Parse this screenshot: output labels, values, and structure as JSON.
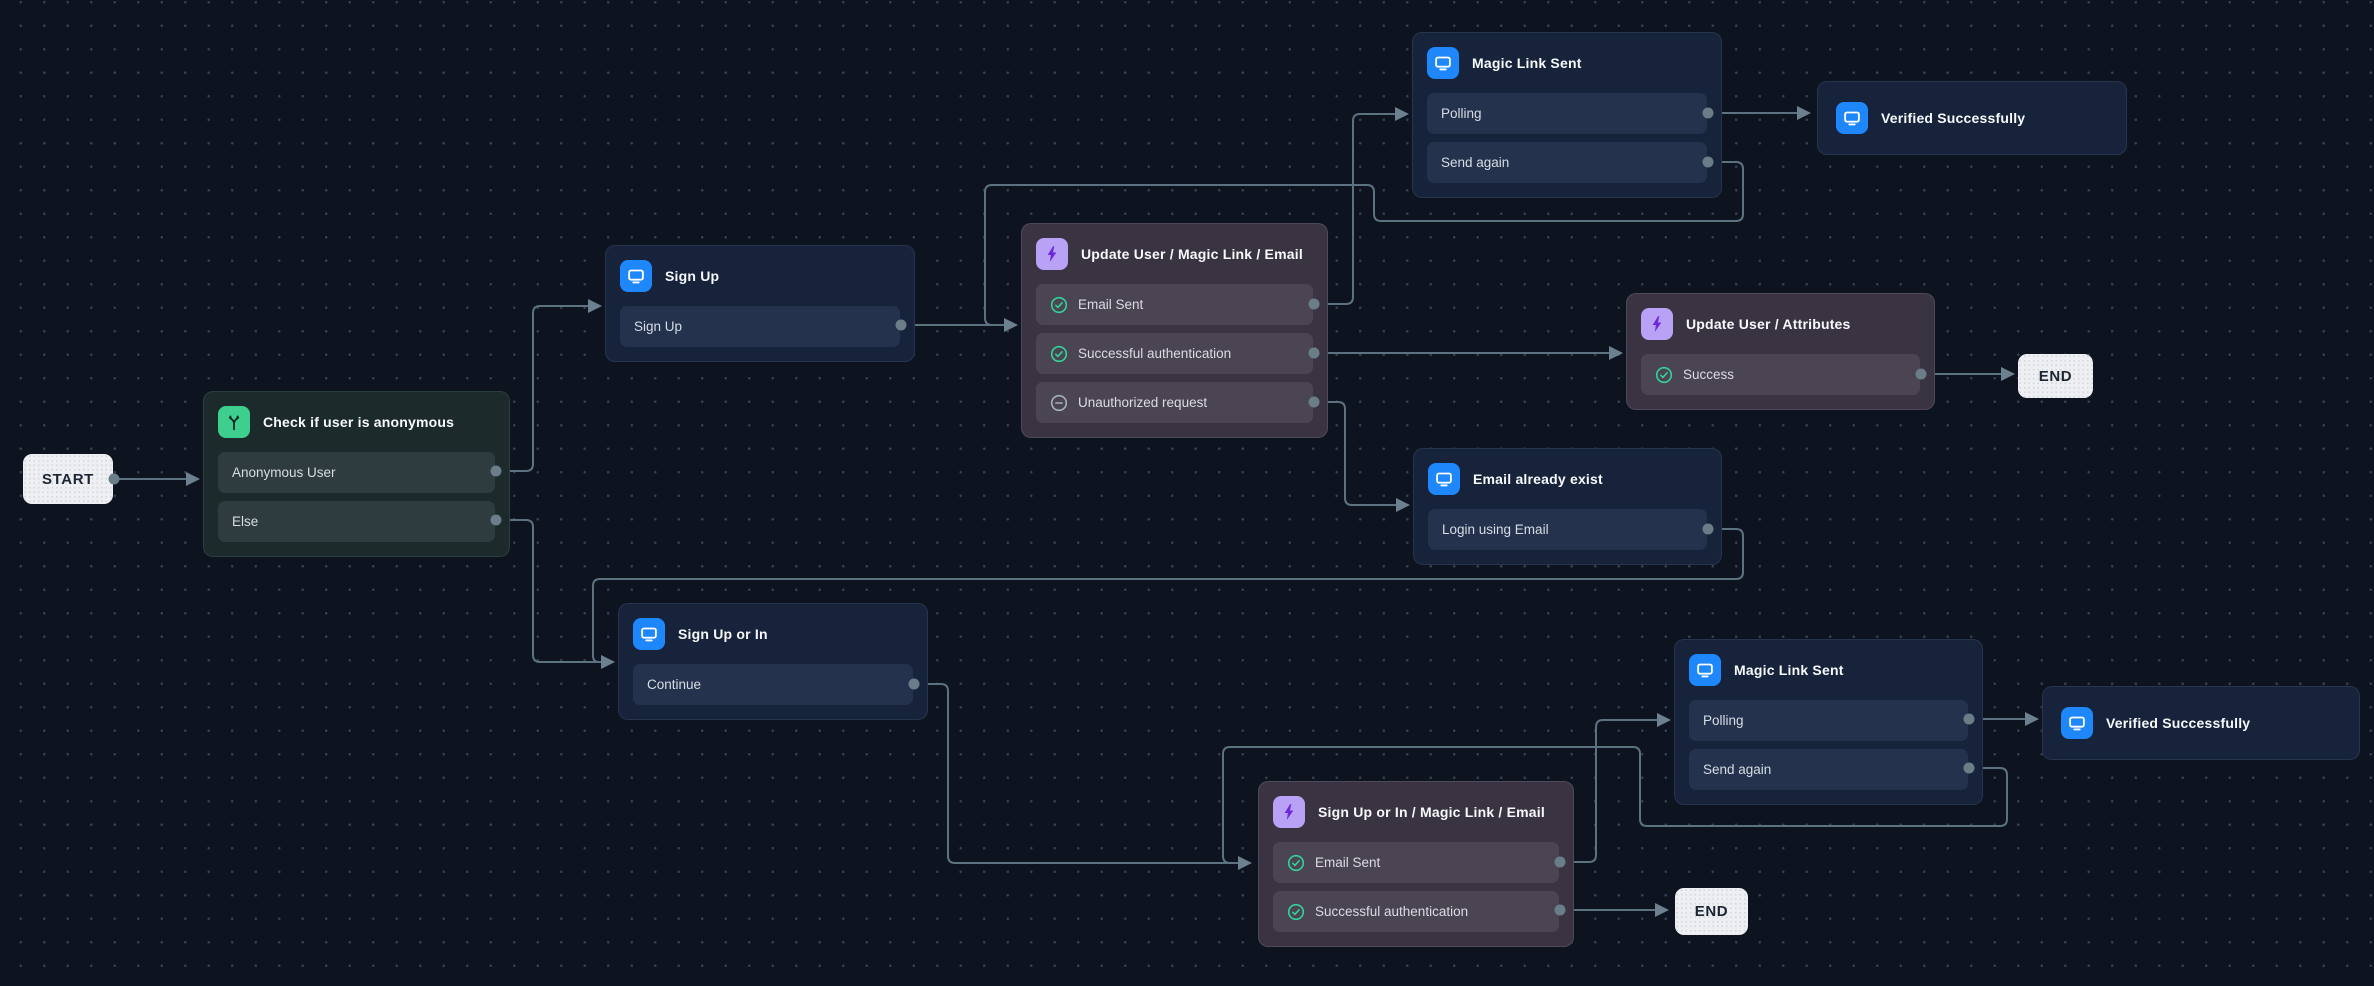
{
  "colors": {
    "canvas": "#0e141f",
    "screen_node": "#17233b",
    "action_node": "#3a3442",
    "condition_node": "#1d2a2c",
    "screen_icon_bg": "#1e87fb",
    "action_icon_bg": "#b9a1f5",
    "action_icon_glyph": "#6d28d9",
    "condition_icon_bg": "#3ecf8e",
    "success_icon": "#34d399",
    "neutral_icon": "#a6b1bc",
    "wire": "#5c7281",
    "endpoint_bg": "#edeff2"
  },
  "flow": {
    "start": {
      "label": "START"
    },
    "end_top": {
      "label": "END"
    },
    "end_bottom": {
      "label": "END"
    },
    "check_anonymous": {
      "icon": "branch-icon",
      "title": "Check if user is anonymous",
      "rows": [
        {
          "label": "Anonymous User"
        },
        {
          "label": "Else"
        }
      ]
    },
    "sign_up": {
      "icon": "screen-icon",
      "title": "Sign Up",
      "rows": [
        {
          "label": "Sign Up"
        }
      ]
    },
    "update_user_magic_link_email": {
      "icon": "bolt-icon",
      "title": "Update User / Magic Link / Email",
      "rows": [
        {
          "label": "Email Sent",
          "status": "success"
        },
        {
          "label": "Successful authentication",
          "status": "success"
        },
        {
          "label": "Unauthorized request",
          "status": "neutral"
        }
      ]
    },
    "magic_link_sent_top": {
      "icon": "screen-icon",
      "title": "Magic Link Sent",
      "rows": [
        {
          "label": "Polling"
        },
        {
          "label": "Send again"
        }
      ]
    },
    "verified_successfully_top": {
      "icon": "screen-icon",
      "title": "Verified Successfully"
    },
    "update_user_attributes": {
      "icon": "bolt-icon",
      "title": "Update User / Attributes",
      "rows": [
        {
          "label": "Success",
          "status": "success"
        }
      ]
    },
    "email_already_exist": {
      "icon": "screen-icon",
      "title": "Email already exist",
      "rows": [
        {
          "label": "Login using Email"
        }
      ]
    },
    "sign_up_or_in": {
      "icon": "screen-icon",
      "title": "Sign Up or In",
      "rows": [
        {
          "label": "Continue"
        }
      ]
    },
    "sign_up_or_in_magic_link_email": {
      "icon": "bolt-icon",
      "title": "Sign Up or In / Magic Link / Email",
      "rows": [
        {
          "label": "Email Sent",
          "status": "success"
        },
        {
          "label": "Successful authentication",
          "status": "success"
        }
      ]
    },
    "magic_link_sent_bottom": {
      "icon": "screen-icon",
      "title": "Magic Link Sent",
      "rows": [
        {
          "label": "Polling"
        },
        {
          "label": "Send again"
        }
      ]
    },
    "verified_successfully_bottom": {
      "icon": "screen-icon",
      "title": "Verified Successfully"
    }
  }
}
